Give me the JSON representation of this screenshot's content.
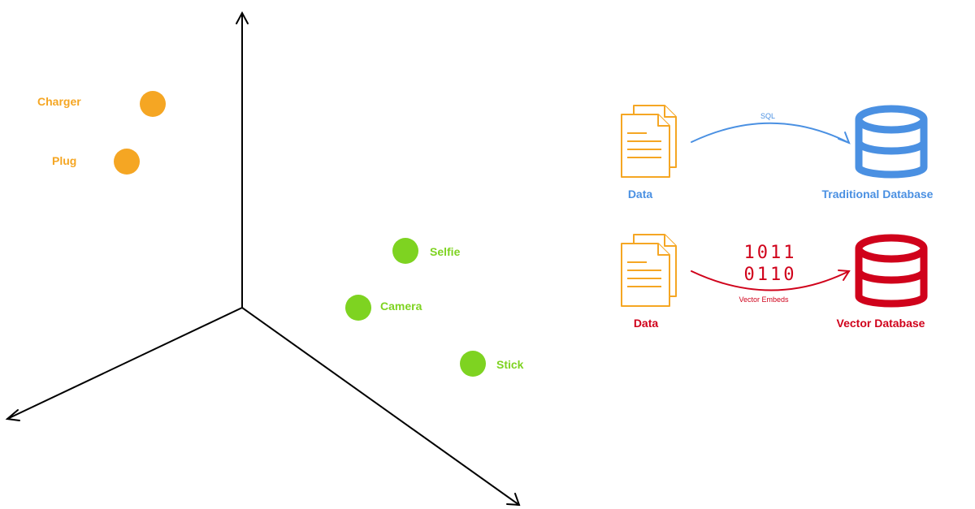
{
  "colors": {
    "orange": "#f5a623",
    "green": "#7ed321",
    "blue": "#4a90e2",
    "red": "#d0021b",
    "axis": "#000000"
  },
  "scatter": {
    "points": [
      {
        "label": "Charger",
        "group": "orange"
      },
      {
        "label": "Plug",
        "group": "orange"
      },
      {
        "label": "Selfie",
        "group": "green"
      },
      {
        "label": "Camera",
        "group": "green"
      },
      {
        "label": "Stick",
        "group": "green"
      }
    ]
  },
  "flow_traditional": {
    "source_label": "Data",
    "arrow_label": "SQL",
    "target_label": "Traditional Database",
    "source_icon": "document-stack-icon",
    "target_icon": "database-icon"
  },
  "flow_vector": {
    "source_label": "Data",
    "binary_line1": "1011",
    "binary_line2": "0110",
    "arrow_label": "Vector Embeds",
    "target_label": "Vector Database",
    "source_icon": "document-stack-icon",
    "target_icon": "database-icon"
  }
}
